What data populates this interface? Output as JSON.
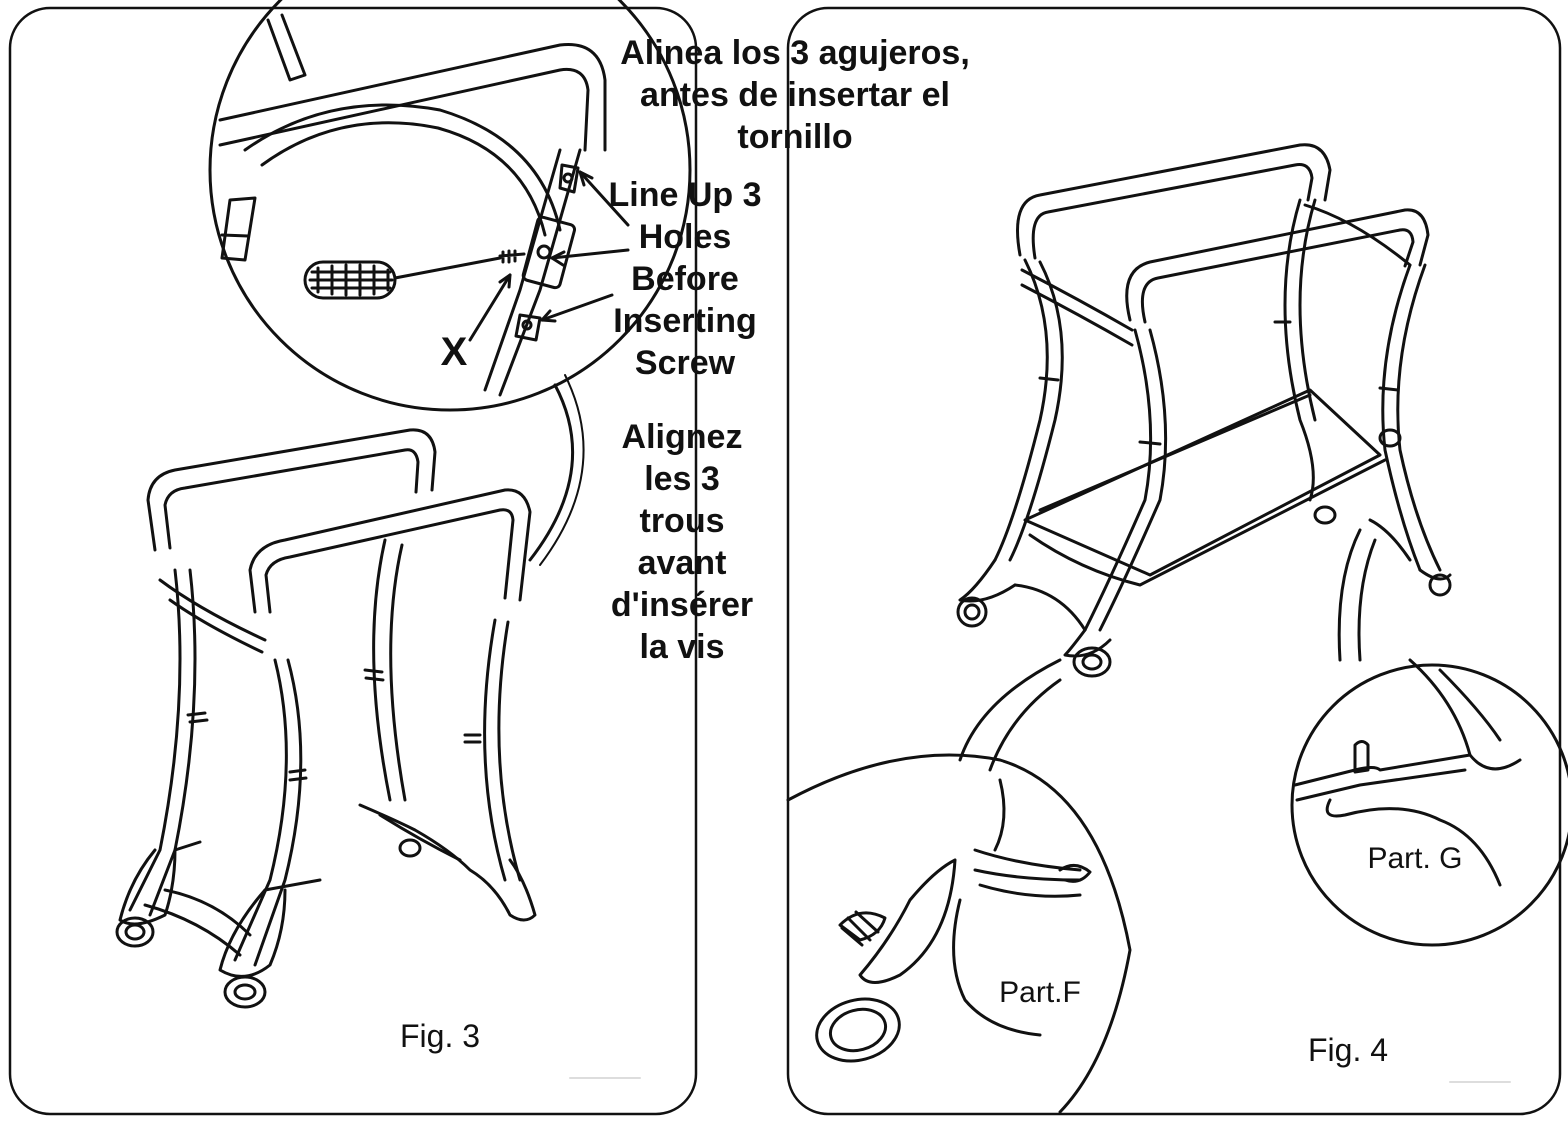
{
  "spanish_instruction": {
    "line1": "Alinea los 3 agujeros,",
    "line2": "antes de insertar el",
    "line3": "tornillo"
  },
  "english_instruction": [
    "Line Up 3",
    "Holes",
    "Before",
    "Inserting",
    "Screw"
  ],
  "french_instruction": [
    "Alignez",
    "les 3",
    "trous",
    "avant",
    "d'insérer",
    "la vis"
  ],
  "screw_marker": "X",
  "figure_left": {
    "caption": "Fig. 3"
  },
  "figure_right": {
    "caption": "Fig. 4",
    "detail_f": "Part.F",
    "detail_g": "Part. G"
  },
  "line_color": "#111111"
}
